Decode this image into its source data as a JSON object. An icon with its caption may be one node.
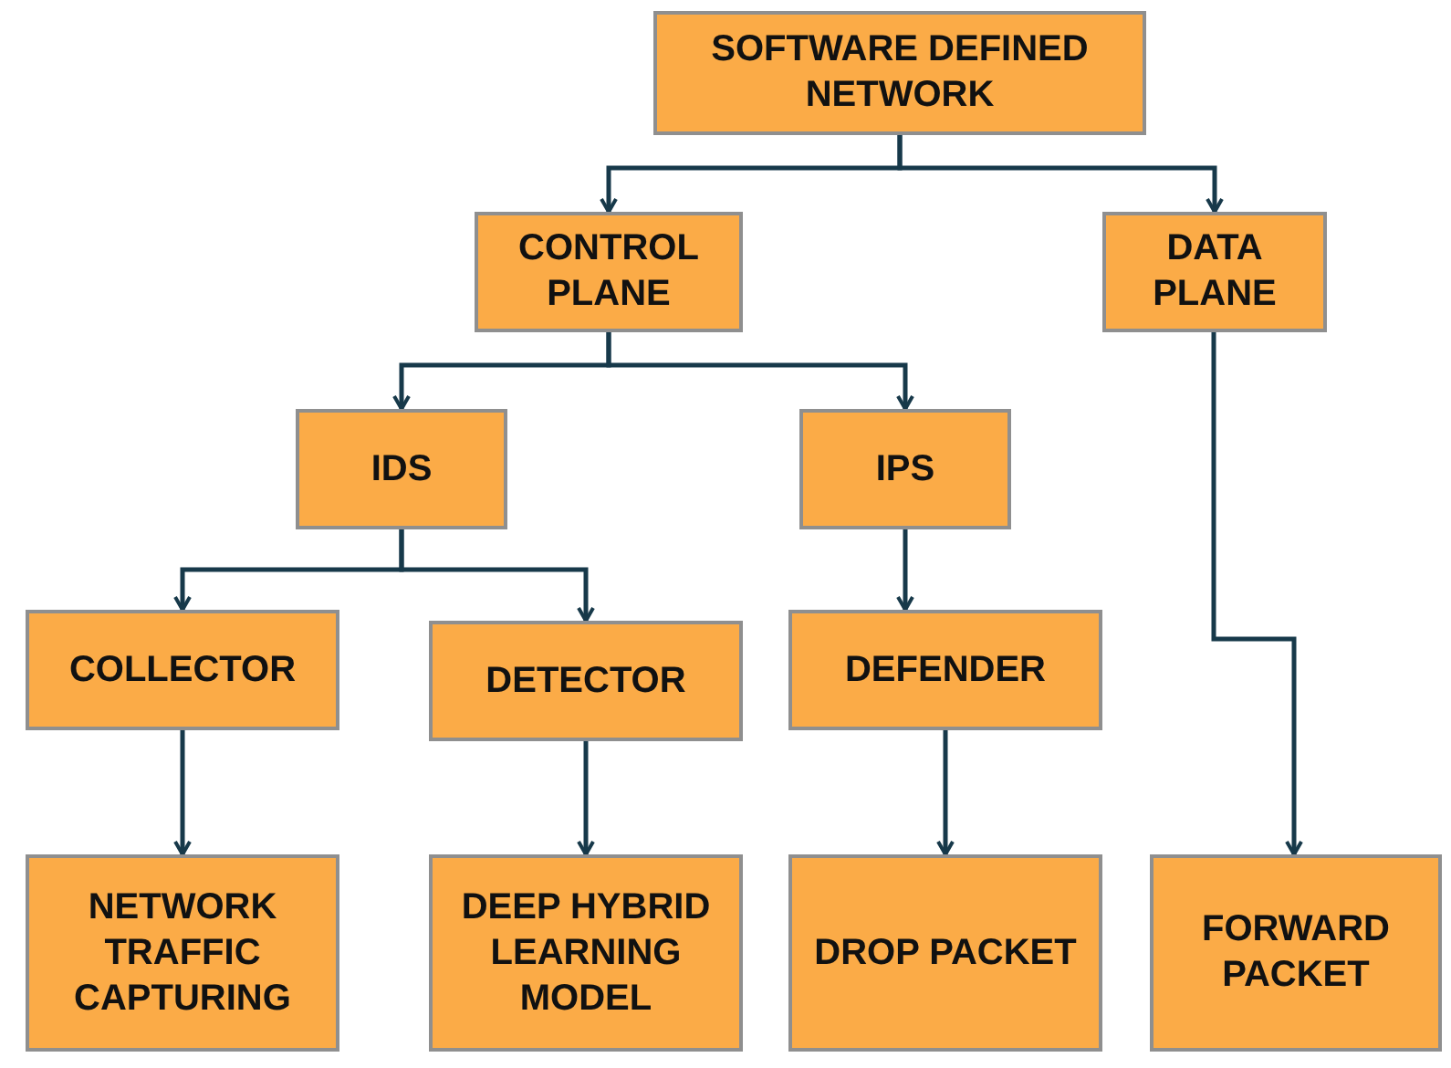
{
  "diagram": {
    "nodes": [
      {
        "text": [
          "SOFTWARE DEFINED NETWORK"
        ]
      },
      {
        "text": [
          "CONTROL PLANE"
        ]
      },
      {
        "text": [
          "DATA PLANE"
        ]
      },
      {
        "text": [
          "IDS"
        ]
      },
      {
        "text": [
          "IPS"
        ]
      },
      {
        "text": [
          "COLLECTOR"
        ]
      },
      {
        "text": [
          "DETECTOR"
        ]
      },
      {
        "text": [
          "DEFENDER"
        ]
      },
      {
        "text": [
          "NETWORK TRAFFIC CAPTURING"
        ]
      },
      {
        "text": [
          "DEEP HYBRID LEARNING MODEL"
        ]
      },
      {
        "text": [
          "DROP PACKET"
        ]
      },
      {
        "text": [
          "FORWARD PACKET"
        ]
      }
    ],
    "edges": [
      {
        "from": 0,
        "to": 1,
        "arrow": "to"
      },
      {
        "from": 0,
        "to": 2,
        "arrow": "to"
      },
      {
        "from": 1,
        "to": 3,
        "arrow": "to"
      },
      {
        "from": 1,
        "to": 4,
        "arrow": "to"
      },
      {
        "from": 3,
        "to": 5,
        "arrow": "to"
      },
      {
        "from": 3,
        "to": 6,
        "arrow": "to"
      },
      {
        "from": 4,
        "to": 7,
        "arrow": "to"
      },
      {
        "from": 5,
        "to": 8,
        "arrow": "to"
      },
      {
        "from": 6,
        "to": 9,
        "arrow": "to"
      },
      {
        "from": 7,
        "to": 10,
        "arrow": "to"
      },
      {
        "from": 2,
        "to": 11,
        "arrow": "to"
      }
    ]
  }
}
